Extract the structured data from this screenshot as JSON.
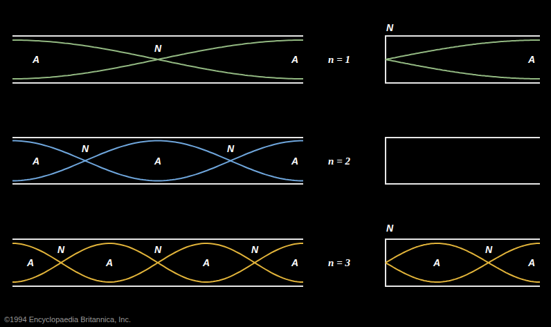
{
  "diagram": {
    "labels": [
      "A",
      "N",
      "A",
      "n = 1",
      "N",
      "A",
      "A",
      "N",
      "A",
      "N",
      "A",
      "n = 2",
      "A",
      "N",
      "A",
      "N",
      "A",
      "N",
      "A",
      "n = 3",
      "N",
      "A",
      "N",
      "A",
      "©1994 Encyclopaedia Britannica, Inc."
    ]
  }
}
